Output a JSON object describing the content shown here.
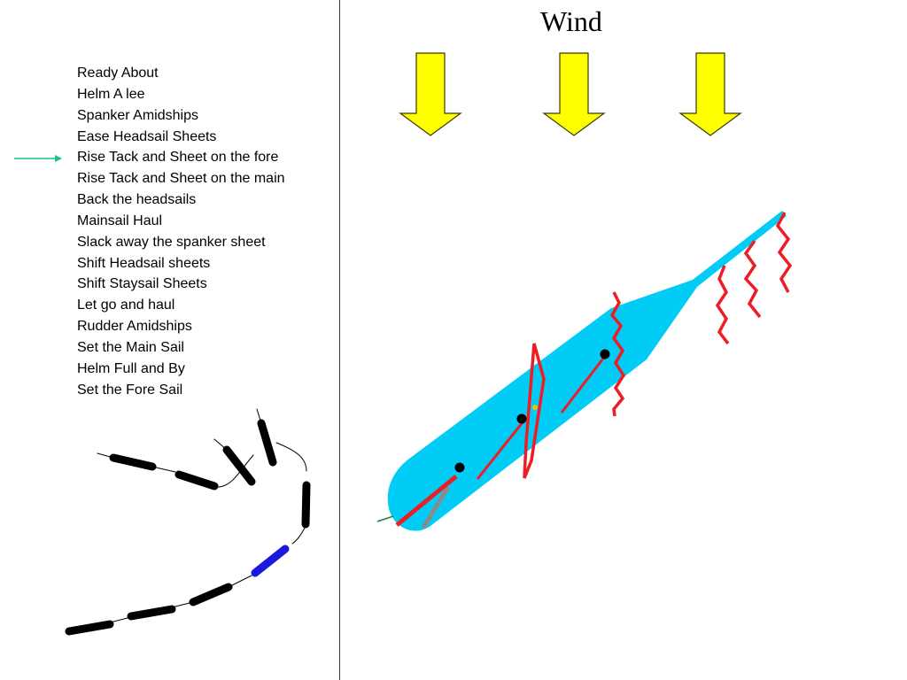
{
  "wind_label": "Wind",
  "steps": [
    "Ready About",
    "Helm A lee",
    "Spanker Amidships",
    "Ease Headsail Sheets",
    "Rise Tack and Sheet on the fore",
    "Rise Tack and Sheet on the main",
    "Back the headsails",
    "Mainsail Haul",
    "Slack away the spanker sheet",
    "Shift Headsail sheets",
    "Shift Staysail Sheets",
    "Let go and haul",
    "Rudder Amidships",
    "Set the Main Sail",
    "Helm Full and By",
    "Set the Fore Sail"
  ],
  "current_step_index": 4,
  "colors": {
    "hull": "#00ccf5",
    "sail": "#ee1c24",
    "wind_arrow_fill": "#ffff00",
    "wind_arrow_stroke": "#3a3a00",
    "pointer_arrow": "#1fbf8f",
    "track_ship_black": "#000000",
    "track_ship_current": "#1a1adf"
  }
}
